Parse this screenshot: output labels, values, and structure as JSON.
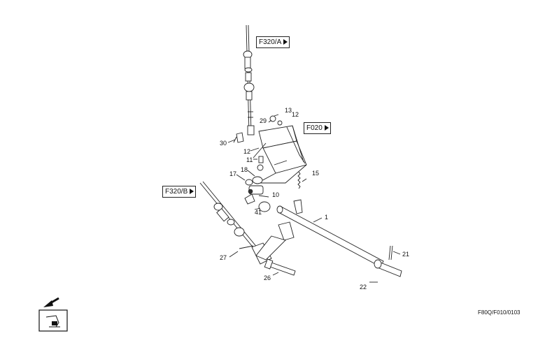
{
  "references": {
    "f320a": "F320/A",
    "f020": "F020",
    "f320b": "F320/B"
  },
  "callouts": {
    "c13": "13",
    "c12a": "12",
    "c29": "29",
    "c30": "30",
    "c12b": "12",
    "c11": "11",
    "c17": "17",
    "c18": "18",
    "c15": "15",
    "c10": "10",
    "c41": "41",
    "c1": "1",
    "c27": "27",
    "c26": "26",
    "c21": "21",
    "c22": "22"
  },
  "drawing_code": "F80Q/F010/0103",
  "icons": {
    "navigation_arrow": "arrow-down-left-icon",
    "seat_view": "operator-seat-icon"
  }
}
